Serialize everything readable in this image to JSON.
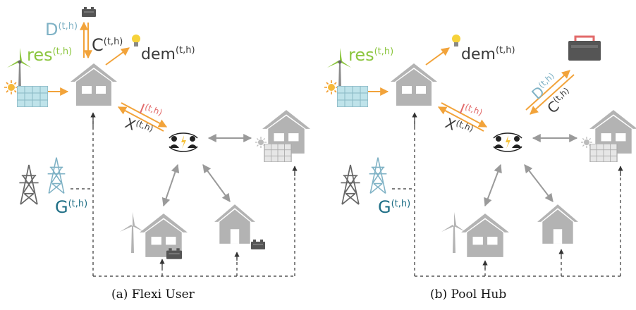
{
  "colors": {
    "house": "#b3b3b3",
    "arrow_orange": "#f2a33a",
    "arrow_gray": "#9a9a9a",
    "res_green": "#8cc63f",
    "d_blue": "#7fb2c5",
    "i_red": "#e26a6a",
    "g_teal": "#1f6f86",
    "text_dark": "#3a3a3a"
  },
  "panel_a": {
    "caption": "(a) Flexi User",
    "labels": {
      "res": "res",
      "res_sup": "(t,h)",
      "D": "D",
      "D_sup": "(t,h)",
      "C": "C",
      "C_sup": "(t,h)",
      "dem": "dem",
      "dem_sup": "(t,h)",
      "I": "I",
      "I_sup": "(t,h)",
      "X": "X",
      "X_sup": "(t,h)",
      "G": "G",
      "G_sup": "(t,h)"
    }
  },
  "panel_b": {
    "caption": "(b) Pool Hub",
    "labels": {
      "res": "res",
      "res_sup": "(t,h)",
      "dem": "dem",
      "dem_sup": "(t,h)",
      "I": "I",
      "I_sup": "(t,h)",
      "X": "X",
      "X_sup": "(t,h)",
      "D": "D",
      "D_sup": "(t,h)",
      "C": "C",
      "C_sup": "(t,h)",
      "G": "G",
      "G_sup": "(t,h)"
    }
  },
  "icons": [
    "house-icon",
    "battery-icon",
    "lightbulb-icon",
    "wind-turbine-icon",
    "solar-panel-icon",
    "sun-icon",
    "transmission-tower-icon",
    "trading-hub-icon"
  ]
}
